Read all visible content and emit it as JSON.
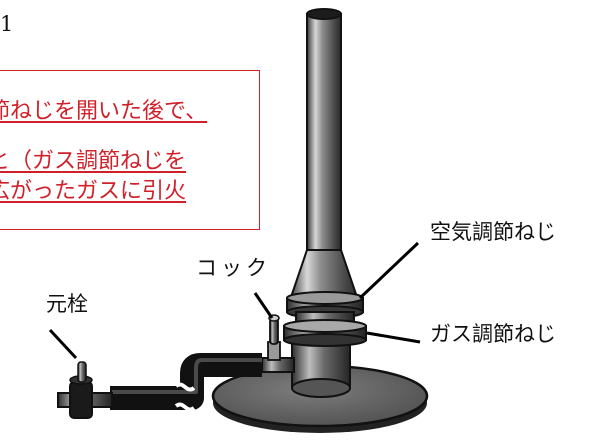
{
  "corner_number": "1",
  "note": {
    "lines": [
      "節ねじを開いた後で、",
      "と（ガス調節ねじを",
      "広がったガスに引火"
    ]
  },
  "labels": {
    "air_adjust_screw": "空気調節ねじ",
    "gas_adjust_screw": "ガス調節ねじ",
    "cock": "コック",
    "main_valve": "元栓"
  },
  "colors": {
    "note_red": "#d0202a",
    "burner_dark": "#2a2a2a",
    "hose_black": "#1a1a1a"
  }
}
